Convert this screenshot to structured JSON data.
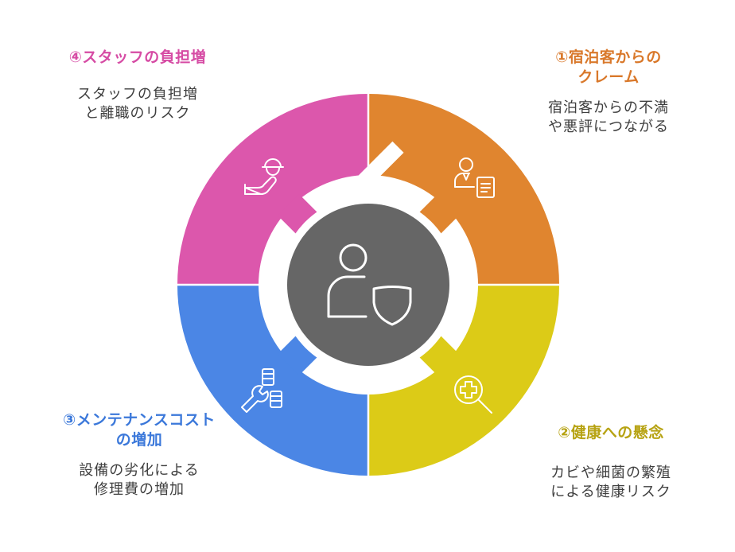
{
  "colors": {
    "orange": "#E0852F",
    "yellow": "#DCCB17",
    "blue": "#4B86E5",
    "pink": "#DC57AC",
    "center": "#666666",
    "white": "#ffffff"
  },
  "center": {
    "icon": "person-shield-icon"
  },
  "segments": [
    {
      "id": "1",
      "title_lines": [
        "①宿泊客からの",
        "クレーム"
      ],
      "desc_lines": [
        "宿泊客からの不満",
        "や悪評につながる"
      ],
      "icon": "guest-complaint-icon",
      "color": "#E0852F",
      "title_color": "#D9782A"
    },
    {
      "id": "2",
      "title_lines": [
        "②健康への懸念"
      ],
      "desc_lines": [
        "カビや細菌の繁殖",
        "による健康リスク"
      ],
      "icon": "health-search-icon",
      "color": "#DCCB17",
      "title_color": "#B7A313"
    },
    {
      "id": "3",
      "title_lines": [
        "③メンテナンスコスト",
        "の増加"
      ],
      "desc_lines": [
        "設備の劣化による",
        "修理費の増加"
      ],
      "icon": "wrench-bolts-icon",
      "color": "#4B86E5",
      "title_color": "#3B78DA"
    },
    {
      "id": "4",
      "title_lines": [
        "④スタッフの負担増"
      ],
      "desc_lines": [
        "スタッフの負担増",
        "と離職のリスク"
      ],
      "icon": "worker-burden-icon",
      "color": "#DC57AC",
      "title_color": "#D64BA4"
    }
  ]
}
